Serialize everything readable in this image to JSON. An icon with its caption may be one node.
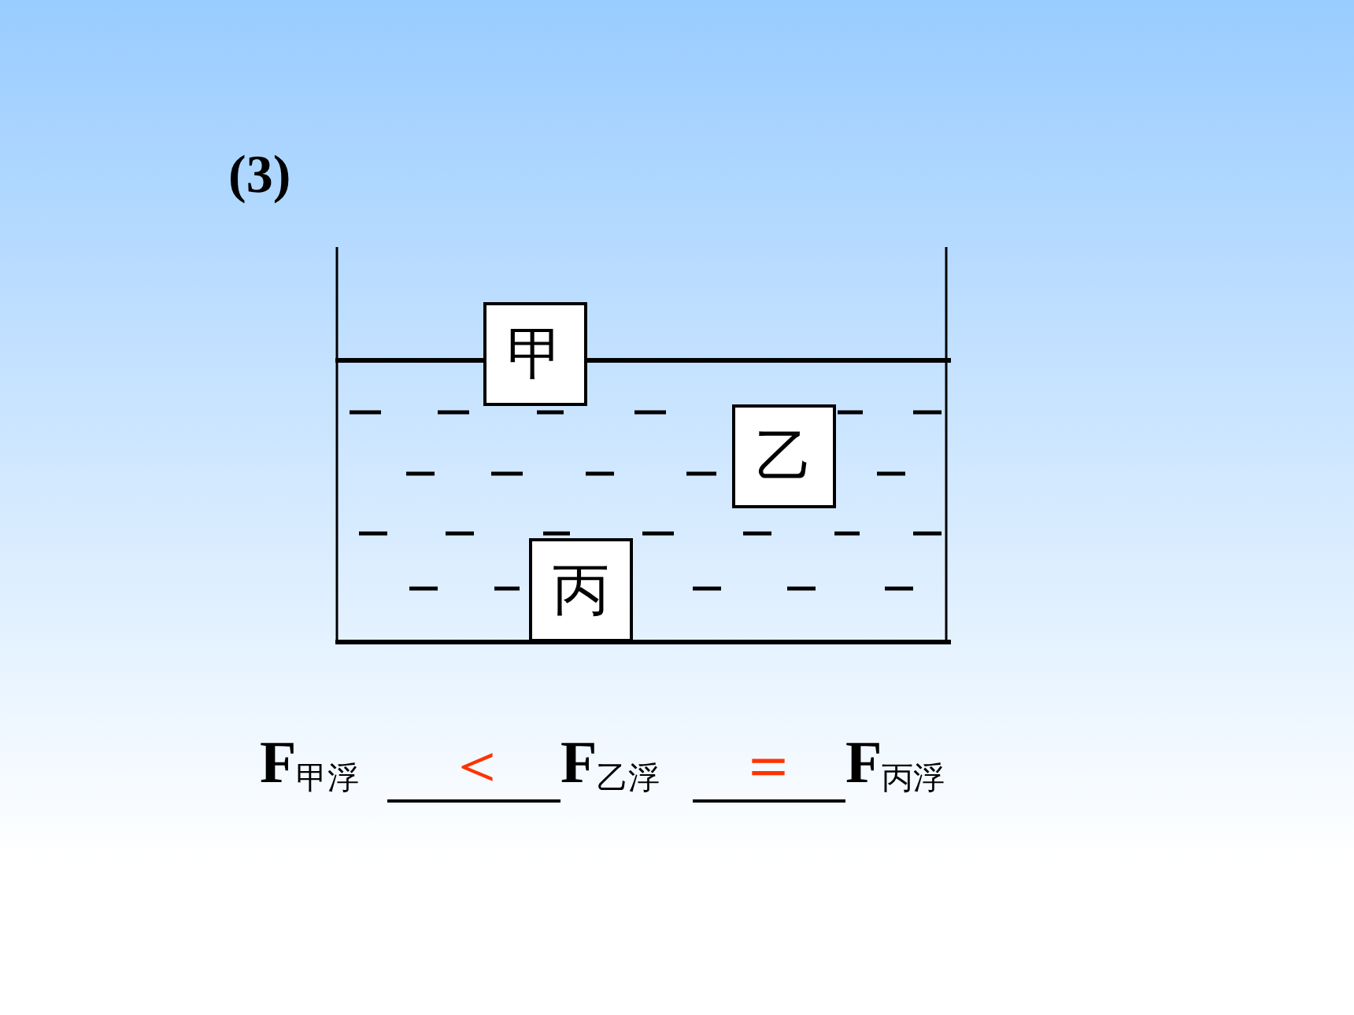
{
  "diagram": {
    "nodes": [
      {
        "text": [
          "甲"
        ]
      },
      {
        "text": [
          "乙"
        ]
      },
      {
        "text": [
          "丙"
        ]
      }
    ],
    "labels": [
      "(3)",
      "F$_{甲浮}$",
      "＜",
      "F$_{乙浮}$",
      "＝",
      "F$_{丙浮}$"
    ]
  }
}
